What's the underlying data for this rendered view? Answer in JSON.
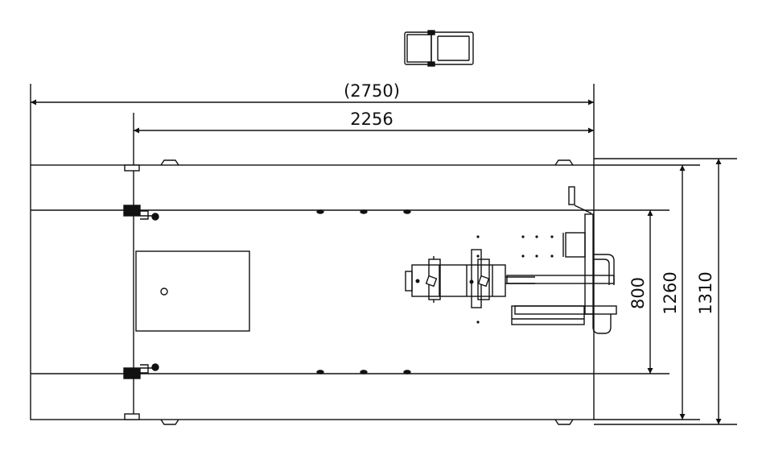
{
  "drawing": {
    "line_color": "#111111",
    "background": "#ffffff",
    "dimensions": {
      "overall_length": "(2750)",
      "inner_length": "2256",
      "overall_width": "1310",
      "mid_width": "1260",
      "inner_width": "800"
    },
    "icons": {
      "orientation": "car-topview-icon"
    }
  }
}
